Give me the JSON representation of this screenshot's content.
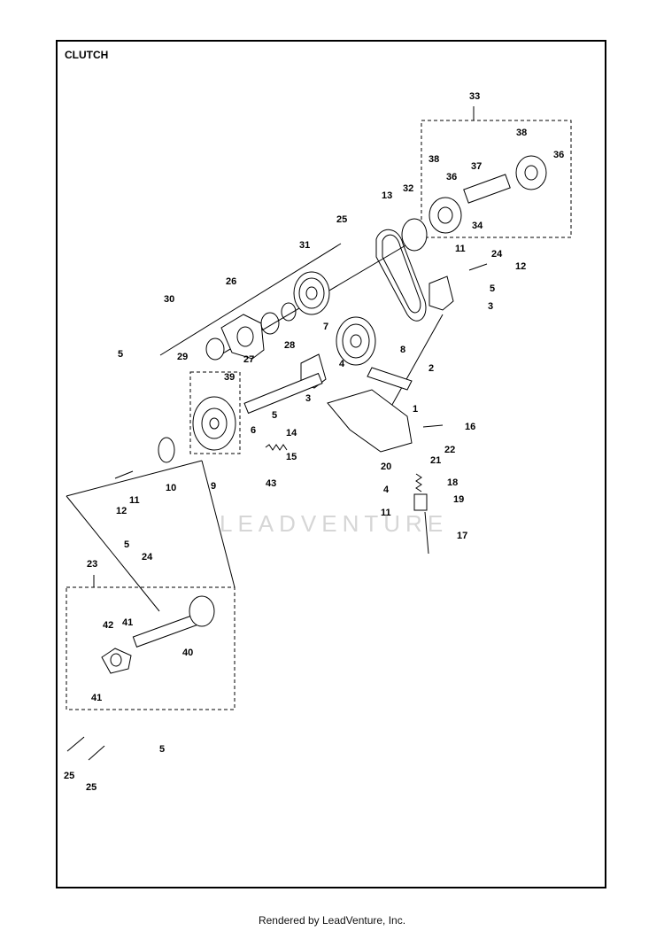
{
  "title": "CLUTCH",
  "footer": "Rendered by LeadVenture, Inc.",
  "watermark": "LEADVENTURE",
  "callouts": [
    "33",
    "38",
    "38",
    "37",
    "36",
    "36",
    "13",
    "32",
    "25",
    "34",
    "24",
    "11",
    "12",
    "31",
    "26",
    "30",
    "5",
    "3",
    "28",
    "7",
    "5",
    "29",
    "27",
    "8",
    "4",
    "39",
    "2",
    "3",
    "1",
    "5",
    "16",
    "6",
    "14",
    "22",
    "15",
    "21",
    "20",
    "18",
    "4",
    "19",
    "12",
    "11",
    "10",
    "9",
    "43",
    "11",
    "17",
    "5",
    "24",
    "23",
    "42",
    "41",
    "40",
    "41",
    "5",
    "25",
    "25"
  ]
}
